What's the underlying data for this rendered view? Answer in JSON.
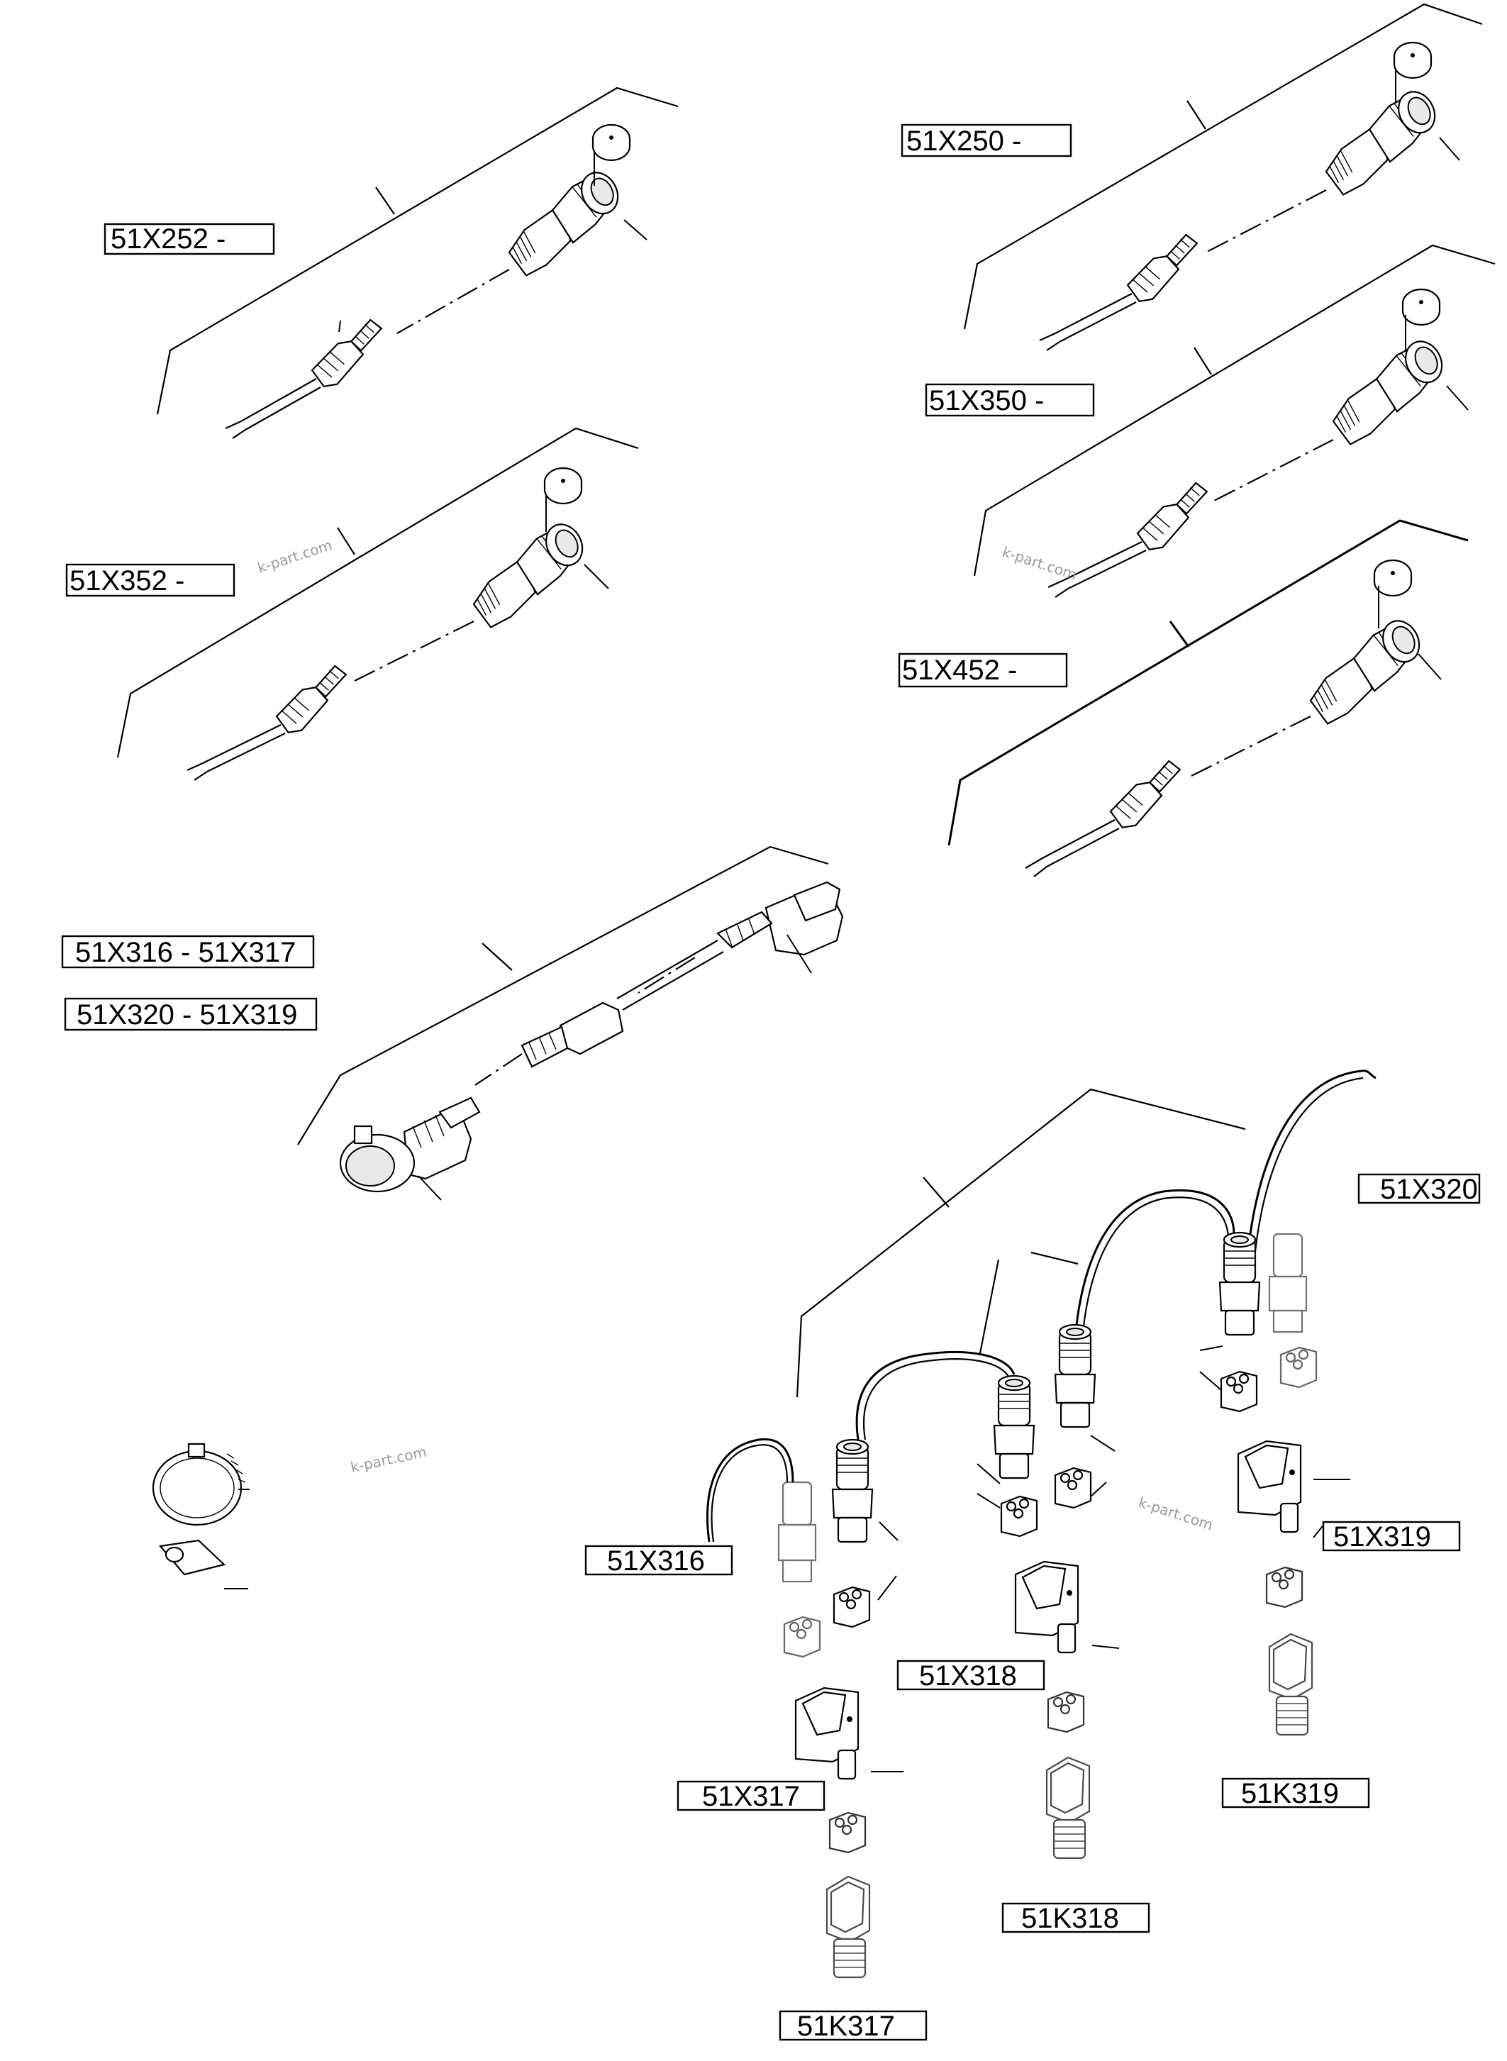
{
  "labels": {
    "x252": "51X252 -",
    "x250": "51X250 -",
    "x350": "51X350 -",
    "x352": "51X352 -",
    "x452": "51X452 -",
    "x316_317": "51X316 - 51X317",
    "x320_319": "51X320 - 51X319",
    "x320": "51X320",
    "x316": "51X316",
    "x319": "51X319",
    "x318": "51X318",
    "x317": "51X317",
    "k319": "51K319",
    "k318": "51K318",
    "k317": "51K317"
  },
  "watermarks": [
    "k-part.com",
    "k-part.com",
    "k-part.com",
    "k-part.com"
  ]
}
